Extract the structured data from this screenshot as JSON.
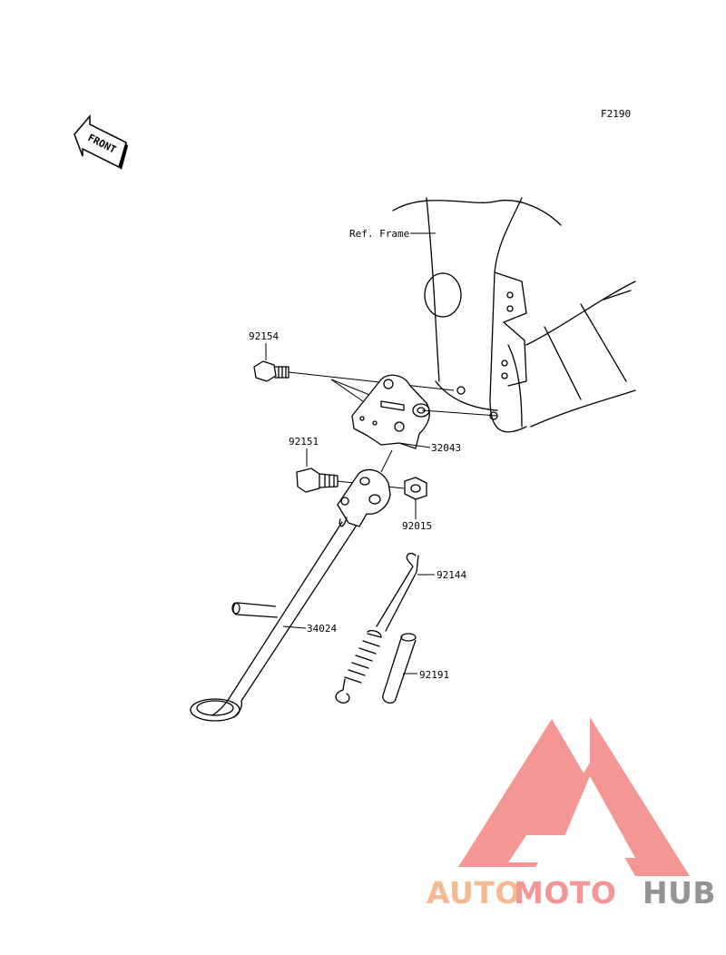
{
  "diagram": {
    "figure_code": "F2190",
    "front_label": "FRONT",
    "ref_frame_label": "Ref. Frame",
    "parts": [
      {
        "number": "92154"
      },
      {
        "number": "32043"
      },
      {
        "number": "92151"
      },
      {
        "number": "92015"
      },
      {
        "number": "92144"
      },
      {
        "number": "34024"
      },
      {
        "number": "92191"
      }
    ]
  },
  "watermark": {
    "word_part_1": "AUTO",
    "word_part_2": "MOTO",
    "word_part_3": "HUB",
    "colors": {
      "auto": "#f5b48a",
      "moto": "#f28e8c",
      "hub": "#8c8c8c",
      "triangle": "#f28e8c"
    }
  }
}
